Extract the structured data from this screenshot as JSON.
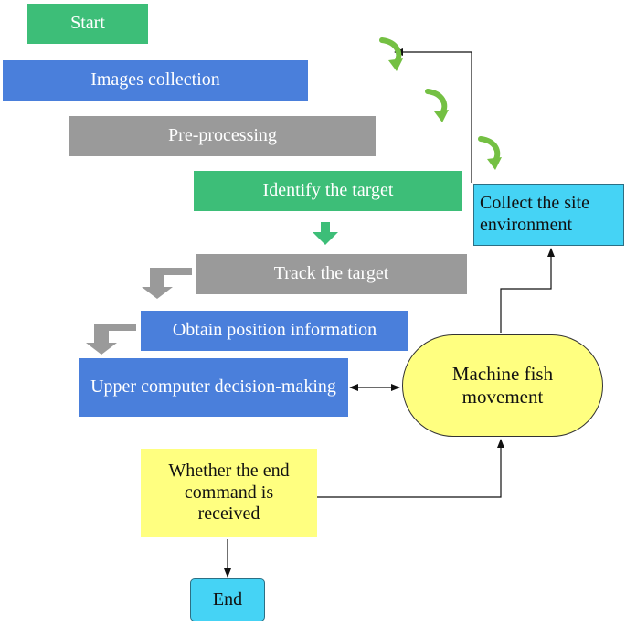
{
  "nodes": {
    "start": "Start",
    "images_collection": "Images collection",
    "pre_processing": "Pre-processing",
    "identify_target": "Identify the target",
    "track_target": "Track the target",
    "obtain_position": "Obtain position information",
    "upper_decision": "Upper computer decision-making",
    "machine_fish": "Machine fish movement",
    "collect_site": "Collect the site environment",
    "end_command": "Whether the end command is received",
    "end": "End"
  },
  "colors": {
    "green": "#3dbe78",
    "blue": "#4a7fdb",
    "gray": "#9a9a9a",
    "yellow": "#ffff80",
    "cyan": "#45d3f5",
    "curved_arrow": "#74c043",
    "arrow_green": "#3dbe78",
    "arrow_gray": "#9a9a9a",
    "line": "#111111"
  },
  "icons": {
    "curved_arrows": [
      "curved-arrow-icon",
      "curved-arrow-icon",
      "curved-arrow-icon"
    ],
    "down_arrow": "down-arrow-icon",
    "bent_arrows": [
      "bent-arrow-icon",
      "bent-arrow-icon"
    ]
  }
}
